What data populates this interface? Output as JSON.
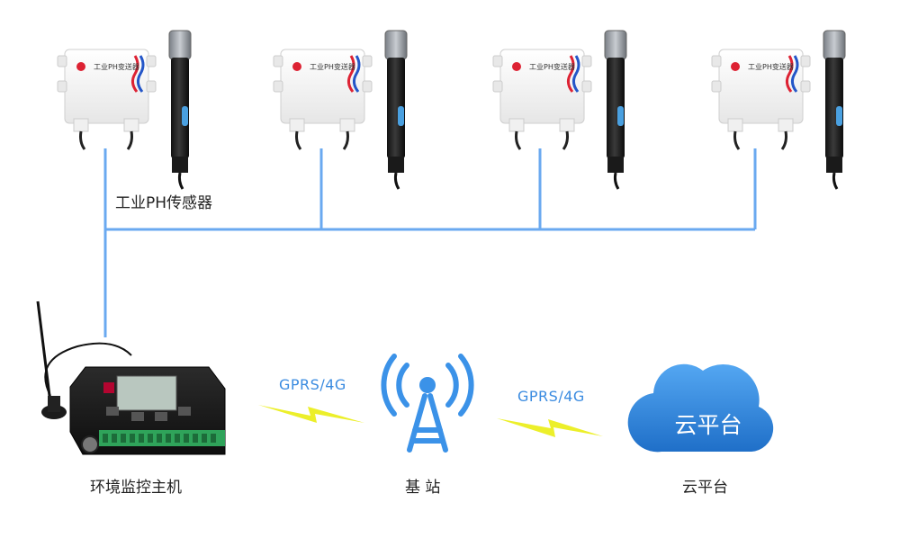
{
  "diagram": {
    "sensor_label": "工业PH传感器",
    "device_label_text": "工业PH变送器",
    "host_label": "环境监控主机",
    "base_station_label": "基 站",
    "cloud_label": "云平台",
    "cloud_inner_text": "云平台",
    "link_label_1": "GPRS/4G",
    "link_label_2": "GPRS/4G"
  },
  "colors": {
    "wire": "#6aa9f0",
    "lightning": "#ecef2a",
    "tower": "#3b92e8",
    "cloud": "#2f86e2"
  }
}
